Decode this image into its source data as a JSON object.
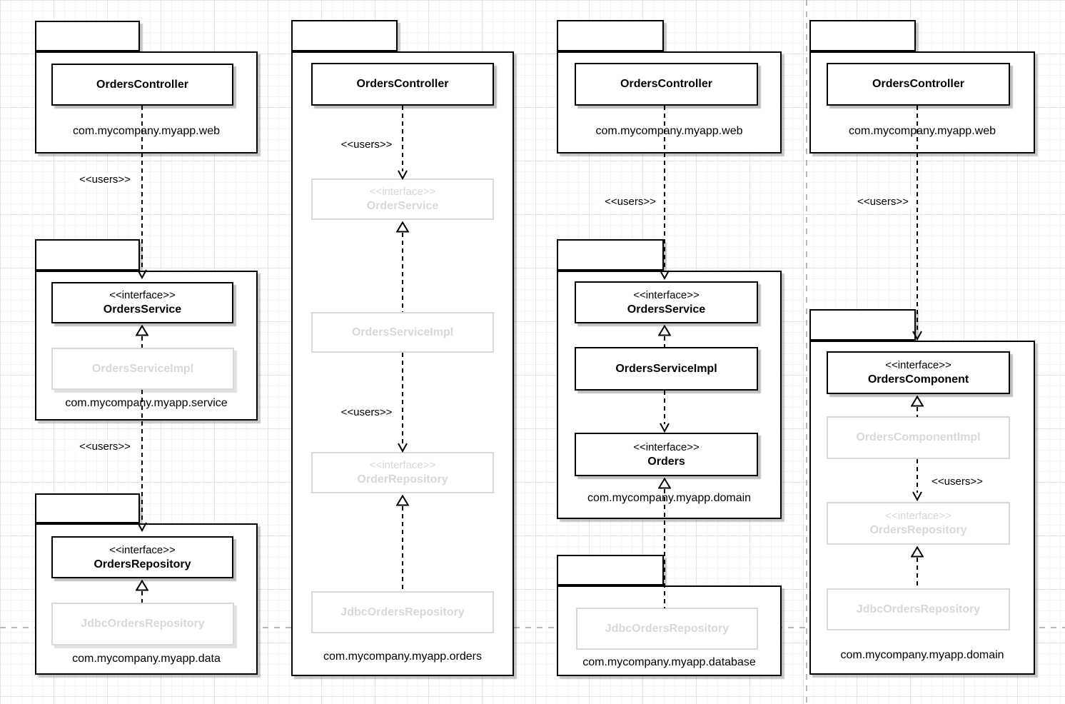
{
  "diagram_title": "UML package dependency diagram (package-by-layer vs package-by-feature vs ports-and-adapters variants)",
  "colors": {
    "stroke": "#000000",
    "inactive_gray": "#d8d8d8",
    "page_boundary": "#b9b9b9",
    "grid_minor": "#f5f5f5",
    "grid_major": "#e4e4e4",
    "background": "#ffffff"
  },
  "columns": [
    {
      "packages": [
        {
          "label": "com.mycompany.myapp.web",
          "classes": [
            {
              "name": "OrdersController"
            }
          ]
        },
        {
          "label": "com.mycompany.myapp.service",
          "classes": [
            {
              "stereotype": "<<interface>>",
              "name": "OrdersService"
            },
            {
              "name": "OrdersServiceImpl"
            }
          ]
        },
        {
          "label": "com.mycompany.myapp.data",
          "classes": [
            {
              "stereotype": "<<interface>>",
              "name": "OrdersRepository"
            },
            {
              "name": "JdbcOrdersRepository"
            }
          ]
        }
      ],
      "edge_labels": [
        "<<users>>",
        "<<users>>"
      ]
    },
    {
      "packages": [
        {
          "label": "com.mycompany.myapp.orders",
          "classes": [
            {
              "name": "OrdersController"
            },
            {
              "stereotype": "<<interface>>",
              "name": "OrderService"
            },
            {
              "name": "OrdersServiceImpl"
            },
            {
              "stereotype": "<<interface>>",
              "name": "OrderRepository"
            },
            {
              "name": "JdbcOrdersRepository"
            }
          ]
        }
      ],
      "edge_labels": [
        "<<users>>",
        "<<users>>"
      ]
    },
    {
      "packages": [
        {
          "label": "com.mycompany.myapp.web",
          "classes": [
            {
              "name": "OrdersController"
            }
          ]
        },
        {
          "label": "com.mycompany.myapp.domain",
          "classes": [
            {
              "stereotype": "<<interface>>",
              "name": "OrdersService"
            },
            {
              "name": "OrdersServiceImpl"
            },
            {
              "stereotype": "<<interface>>",
              "name": "Orders"
            }
          ]
        },
        {
          "label": "com.mycompany.myapp.database",
          "classes": [
            {
              "name": "JdbcOrdersRepository"
            }
          ]
        }
      ],
      "edge_labels": [
        "<<users>>"
      ]
    },
    {
      "packages": [
        {
          "label": "com.mycompany.myapp.web",
          "classes": [
            {
              "name": "OrdersController"
            }
          ]
        },
        {
          "label": "com.mycompany.myapp.domain",
          "classes": [
            {
              "stereotype": "<<interface>>",
              "name": "OrdersComponent"
            },
            {
              "name": "OrdersComponentImpl"
            },
            {
              "stereotype": "<<interface>>",
              "name": "OrdersRepository"
            },
            {
              "name": "JdbcOrdersRepository"
            }
          ]
        }
      ],
      "edge_labels": [
        "<<users>>",
        "<<users>>"
      ]
    }
  ]
}
